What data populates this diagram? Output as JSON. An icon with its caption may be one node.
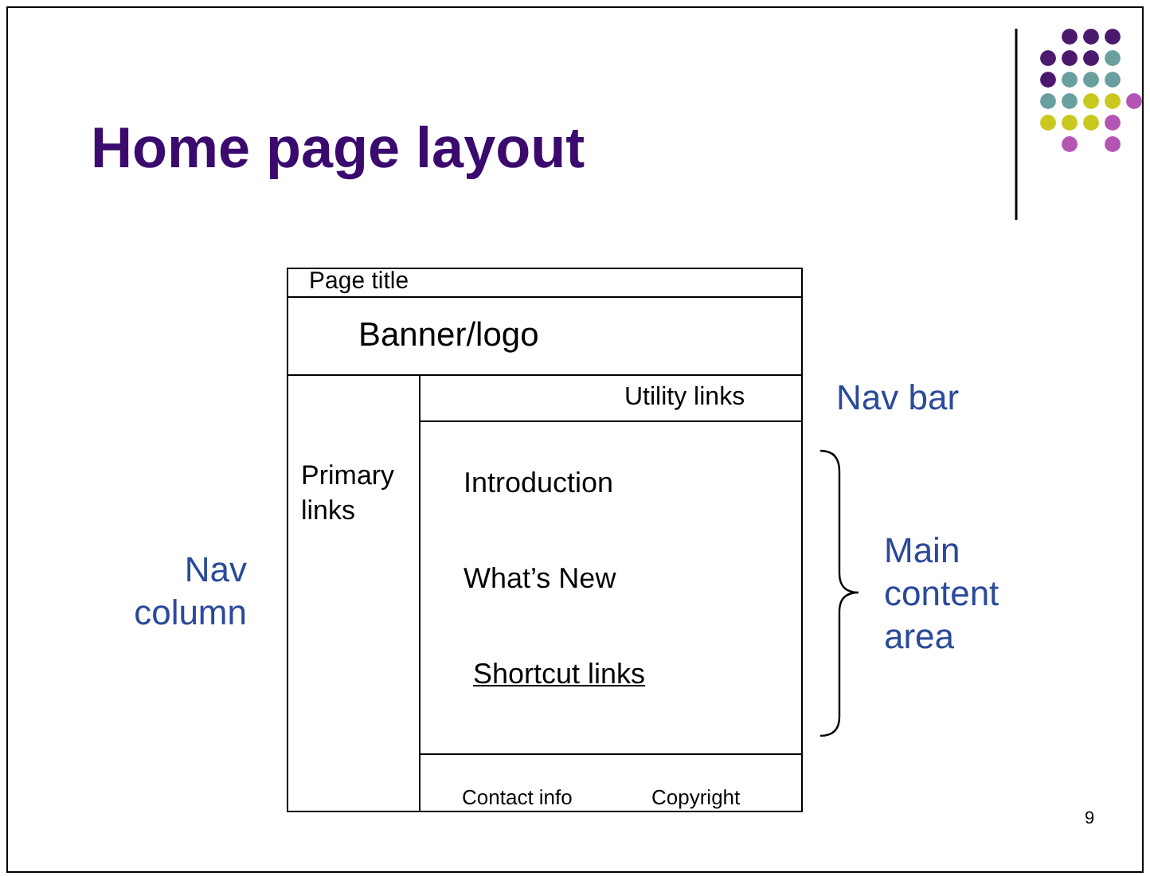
{
  "diagram": {
    "title": "Home page layout",
    "nodes": [
      {
        "text": [
          "Page title"
        ]
      },
      {
        "text": [
          "Banner/logo"
        ]
      },
      {
        "text": [
          "Primary links"
        ]
      },
      {
        "text": [
          "Utility links"
        ]
      },
      {
        "text": [
          "Introduction",
          "What’s New",
          "Shortcut links"
        ]
      },
      {
        "text": [
          "Contact info",
          "Copyright"
        ]
      }
    ],
    "edges": [],
    "labels": [
      "Nav bar",
      "Nav column",
      "Main content area",
      "9"
    ]
  }
}
